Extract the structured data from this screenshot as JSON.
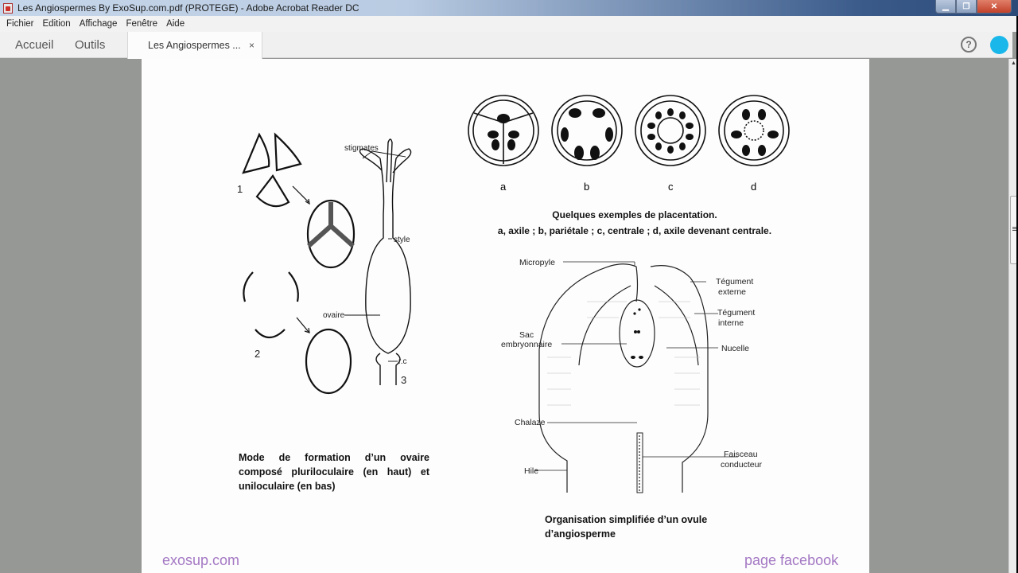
{
  "window": {
    "title": "Les Angiospermes By ExoSup.com.pdf (PROTEGE) - Adobe Acrobat Reader DC",
    "controls": [
      "minimize",
      "restore",
      "close"
    ]
  },
  "menubar": {
    "items": [
      "Fichier",
      "Edition",
      "Affichage",
      "Fenêtre",
      "Aide"
    ]
  },
  "tabs": {
    "home": "Accueil",
    "tools": "Outils",
    "document": "Les Angiospermes ...",
    "close_glyph": "×",
    "help_glyph": "?"
  },
  "page": {
    "figure_left": {
      "labels": {
        "stigmates": "stigmates",
        "style": "style",
        "ovaire": "ovaire",
        "rc": "r.c",
        "n1": "1",
        "n2": "2",
        "n3": "3"
      },
      "caption": "Mode de formation d’un ovaire composé pluriloculaire (en haut) et uniloculaire (en bas)"
    },
    "figure_placentation": {
      "letters": [
        "a",
        "b",
        "c",
        "d"
      ],
      "title": "Quelques exemples de placentation.",
      "subtitle": "a, axile ; b, pariétale ; c, centrale ; d, axile devenant centrale."
    },
    "figure_ovule": {
      "labels": {
        "micropyle": "Micropyle",
        "tegument_externe_1": "Tégument",
        "tegument_externe_2": "externe",
        "tegument_interne_1": "Tégument",
        "tegument_interne_2": "interne",
        "sac_1": "Sac",
        "sac_2": "embryonnaire",
        "nucelle": "Nucelle",
        "chalaze": "Chalaze",
        "hile": "Hile",
        "faisceau_1": "Faisceau",
        "faisceau_2": "conducteur"
      },
      "caption": "Organisation simplifiée d’un ovule d’angiosperme"
    },
    "footer": {
      "left": "exosup.com",
      "right": "page facebook"
    }
  },
  "colors": {
    "viewer_bg": "#969895",
    "page_bg": "#fdfdfd",
    "footer_link": "#a478c4",
    "profile": "#1ab7ea"
  }
}
